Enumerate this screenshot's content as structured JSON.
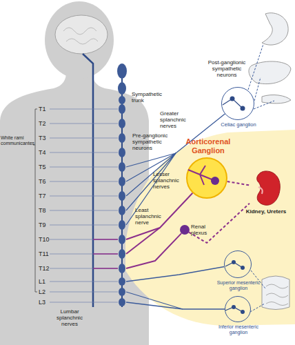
{
  "diagram": {
    "nodes": [
      {
        "text": [
          "Sympathetic trunk"
        ]
      },
      {
        "text": [
          "Celiac ganglion"
        ]
      },
      {
        "text": [
          "Aorticorenal Ganglion"
        ]
      },
      {
        "text": [
          "Kidney, Ureters"
        ]
      },
      {
        "text": [
          "Renal plexus"
        ]
      },
      {
        "text": [
          "Superior mesenteric ganglion"
        ]
      },
      {
        "text": [
          "Inferior mesenteric ganglion"
        ]
      }
    ],
    "edges": [
      {
        "from": 0,
        "to": 1,
        "arrow": "none",
        "label": "Greater splanchnic nerves"
      },
      {
        "from": 0,
        "to": 2,
        "arrow": "none",
        "label": "Lesser splanchnic nerves"
      },
      {
        "from": 0,
        "to": 4,
        "arrow": "none",
        "label": "Least splanchnic nerve"
      },
      {
        "from": 0,
        "to": 5,
        "arrow": "none"
      },
      {
        "from": 0,
        "to": 6,
        "arrow": "none"
      },
      {
        "from": 2,
        "to": 3,
        "arrow": "none"
      },
      {
        "from": 4,
        "to": 3,
        "arrow": "none"
      }
    ],
    "labels": [
      "White rami communicantes",
      "T1",
      "T2",
      "T3",
      "T4",
      "T5",
      "T6",
      "T7",
      "T8",
      "T9",
      "T10",
      "T11",
      "T12",
      "L1",
      "L2",
      "L3",
      "Pre-ganglionic sympathetic neurons",
      "Post-ganglionic sympathetic neurons",
      "Lumbar splanchnic nerves"
    ]
  }
}
